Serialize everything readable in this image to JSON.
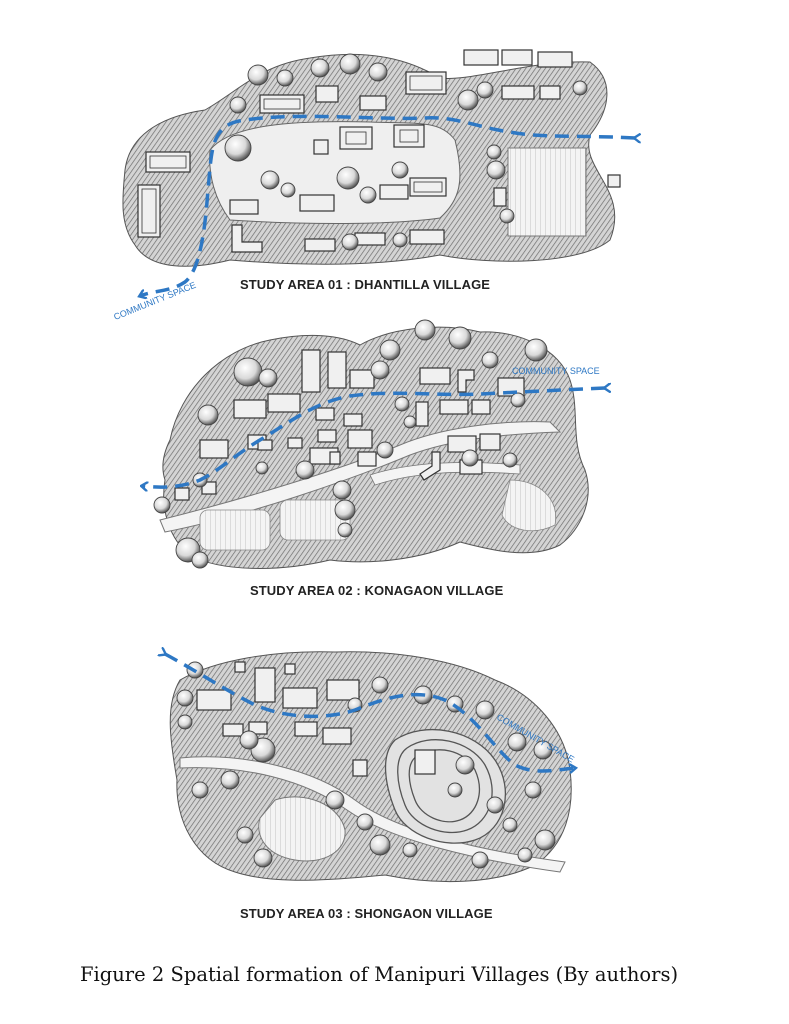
{
  "areas": [
    {
      "title": "STUDY AREA 01 : DHANTILLA VILLAGE",
      "path_label": "COMMUNITY SPACE"
    },
    {
      "title": "STUDY AREA 02 : KONAGAON VILLAGE",
      "path_label": "COMMUNITY SPACE"
    },
    {
      "title": "STUDY AREA 03 : SHONGAON VILLAGE",
      "path_label": "COMMUNITY SPACE"
    }
  ],
  "figure_caption": "Figure 2 Spatial formation of Manipuri Villages (By authors)",
  "colors": {
    "path": "#2e78c4",
    "ink": "#333333",
    "hatch": "#7a7a7a"
  }
}
